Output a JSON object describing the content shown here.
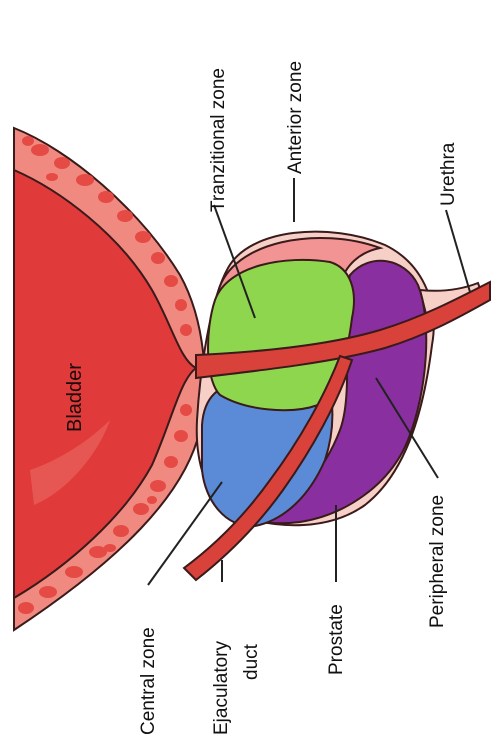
{
  "labels": {
    "bladder": "Bladder",
    "transitional_zone": "Tranzitional zone",
    "anterior_zone": "Anterior zone",
    "urethra": "Urethra",
    "central_zone": "Central zone",
    "ejaculatory_duct_line1": "Ejaculatory",
    "ejaculatory_duct_line2": "duct",
    "prostate": "Prostate",
    "peripheral_zone": "Peripheral zone"
  },
  "colors": {
    "bladder_lumen": "#e03a3a",
    "bladder_wall": "#f08a80",
    "wall_cells": "#e54a45",
    "prostate_capsule": "#f6cfc6",
    "anterior_zone": "#f39494",
    "transitional_zone": "#8fd64f",
    "central_zone": "#5b8bd6",
    "peripheral_zone": "#8a2fa0",
    "urethra": "#d8423a",
    "ejaculatory_duct": "#d8423a"
  }
}
